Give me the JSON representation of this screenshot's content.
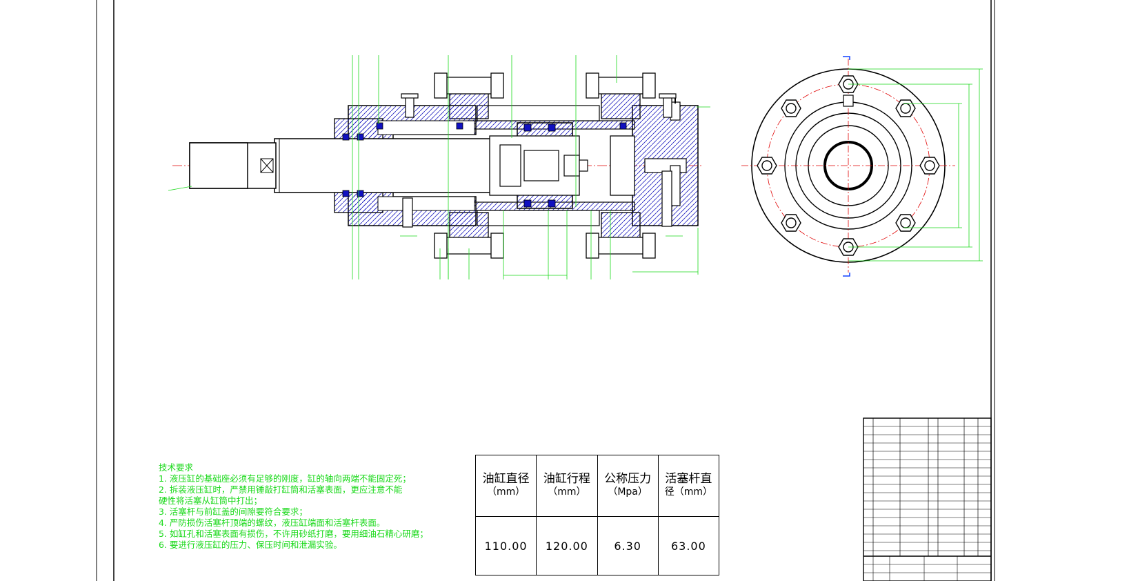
{
  "notes": {
    "title": "技术要求",
    "lines": [
      "1. 液压缸的基础座必须有足够的刚度，缸的轴向两端不能固定死；",
      "2. 拆装液压缸时，严禁用锤敲打缸筒和活塞表面，更应注意不能",
      "硬性将活塞从缸筒中打出；",
      "3. 活塞杆与前缸盖的间隙要符合要求；",
      "4. 严防损伤活塞杆顶端的螺纹，液压缸端面和活塞杆表面。",
      "5. 如缸孔和活塞表面有损伤，不许用砂纸打磨，要用细油石精心研磨；",
      "6. 要进行液压缸的压力、保压时间和泄漏实验。"
    ]
  },
  "params": {
    "headers": [
      {
        "label": "油缸直径",
        "unit": "（mm）"
      },
      {
        "label": "油缸行程",
        "unit": "（mm）"
      },
      {
        "label": "公称压力",
        "unit": "（Mpa）"
      },
      {
        "label": "活塞杆直",
        "unit": "径（mm）"
      }
    ],
    "values": [
      "110.00",
      "120.00",
      "6.30",
      "63.00"
    ]
  },
  "colors": {
    "outline": "#000000",
    "dimension": "#19d919",
    "centerline": "#e00000",
    "seal": "#1010c0",
    "hatch": "#2020c0",
    "section_arrow": "#1040ff"
  }
}
